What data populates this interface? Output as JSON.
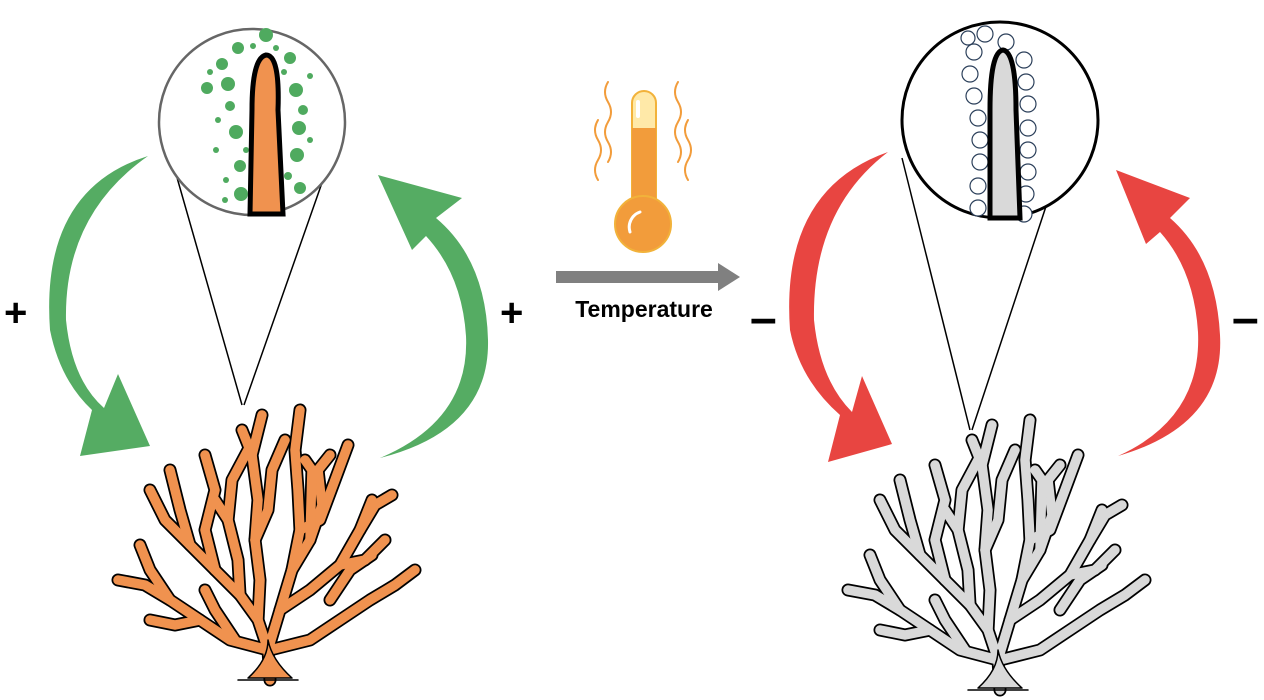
{
  "colors": {
    "healthy_coral": "#F0924F",
    "bleached_coral": "#D9D9D9",
    "symbiont_green": "#4FAA5F",
    "positive_arrow": "#55AC63",
    "negative_arrow": "#E84541",
    "gradient_arrow": "#808080",
    "thermometer_fluid": "#F29C3B"
  },
  "labels": {
    "left_sign_outer": "+",
    "left_sign_inner": "+",
    "right_sign_inner": "–",
    "right_sign_outer": "–",
    "temperature": "Temperature"
  },
  "panels": {
    "left": {
      "state": "healthy",
      "feedback": "positive"
    },
    "right": {
      "state": "bleached",
      "feedback": "negative"
    }
  },
  "icons": [
    "thermometer-icon",
    "heat-wave-icon",
    "magnifier-circle-icon"
  ]
}
